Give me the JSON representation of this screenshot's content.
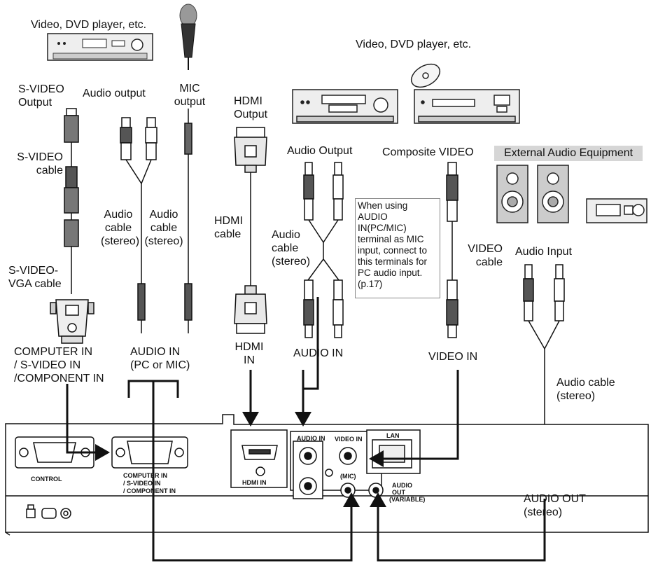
{
  "labels": {
    "video_dvd_left": "Video, DVD player, etc.",
    "video_dvd_right": "Video, DVD player, etc.",
    "svideo_output": "S-VIDEO\nOutput",
    "audio_output_left": "Audio output",
    "mic_output": "MIC\noutput",
    "hdmi_output": "HDMI\nOutput",
    "audio_output_mid": "Audio Output",
    "composite_video": "Composite VIDEO",
    "external_audio": "External Audio Equipment",
    "svideo_cable": "S-VIDEO\ncable",
    "audio_cable_stereo_1": "Audio\ncable\n(stereo)",
    "audio_cable_stereo_2": "Audio\ncable\n(stereo)",
    "hdmi_cable": "HDMI\ncable",
    "audio_cable_stereo_mid": "Audio\ncable\n(stereo)",
    "video_cable": "VIDEO\ncable",
    "audio_input": "Audio Input",
    "svideo_vga_cable": "S-VIDEO-\nVGA cable",
    "computer_in": "COMPUTER  IN\n/ S-VIDEO IN\n/COMPONENT IN",
    "audio_in_pc_mic": "AUDIO IN\n(PC or MIC)",
    "hdmi_in": "HDMI\nIN",
    "audio_in": "AUDIO IN",
    "video_in": "VIDEO IN",
    "audio_cable_stereo_right": "Audio cable\n(stereo)",
    "audio_out_stereo": "AUDIO OUT\n(stereo)",
    "note": "When using AUDIO IN(PC/MIC) terminal as MIC input, connect to this terminals for PC audio input. (p.17)"
  },
  "panel": {
    "control": "CONTROL",
    "computer_in_1": "COMPUTER IN",
    "computer_in_2": "/ S-VIDEO IN",
    "computer_in_3": "/ COMPONENT IN",
    "hdmi_in": "HDMI IN",
    "audio_in": "AUDIO IN",
    "video_in": "VIDEO IN",
    "mic": "(MIC)",
    "lan": "LAN",
    "audio_out_1": "AUDIO",
    "audio_out_2": "OUT",
    "audio_out_3": "(VARIABLE)"
  },
  "colors": {
    "line": "#111111",
    "gray": "#6a6a6a",
    "light": "#e8e8e8",
    "label_bg": "#d6d6d6"
  }
}
